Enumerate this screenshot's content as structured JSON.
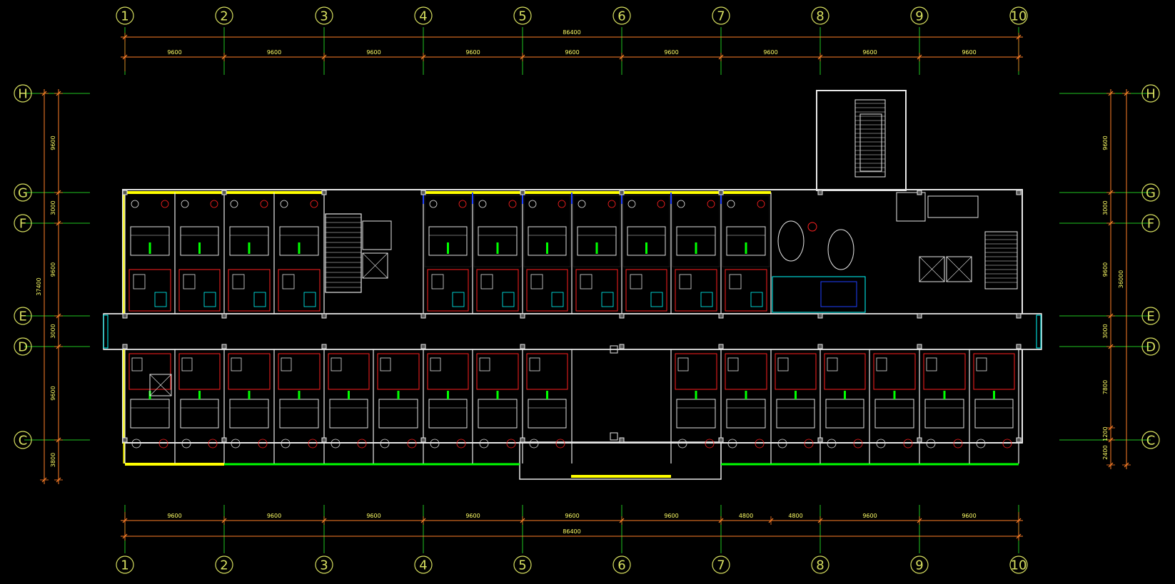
{
  "drawing": {
    "colors": {
      "background": "#000000",
      "grid_axis": "#1fc51f",
      "dimension_line": "#ff7f27",
      "dimension_text": "#ffff66",
      "bubble": "#d8e060",
      "wall": "#e8e8e8",
      "window_yellow": "#ffff00",
      "window_green": "#00ff00",
      "furniture_red": "#ff2020",
      "furniture_cyan": "#00ffff",
      "fixture_blue": "#2040ff",
      "furniture_white": "#e0e0e0"
    },
    "column_axes": [
      "1",
      "2",
      "3",
      "4",
      "5",
      "6",
      "7",
      "8",
      "9",
      "10"
    ],
    "row_axes": [
      "H",
      "G",
      "F",
      "E",
      "D",
      "C"
    ],
    "top_dimensions": {
      "total": "86400",
      "bays": [
        "9600",
        "9600",
        "9600",
        "9600",
        "9600",
        "9600",
        "9600",
        "9600",
        "9600"
      ]
    },
    "bottom_dimensions": {
      "total": "86400",
      "bays": [
        "9600",
        "9600",
        "9600",
        "9600",
        "9600",
        "9600",
        "4800",
        "4800",
        "9600",
        "9600"
      ]
    },
    "left_dimensions": {
      "total": "37400",
      "bays": [
        "9600",
        "3000",
        "9600",
        "3000",
        "9600",
        "3800"
      ]
    },
    "right_dimensions": {
      "total": "36000",
      "bays": [
        "9600",
        "3000",
        "9600",
        "3000",
        "7800",
        "1200",
        "2400"
      ]
    }
  }
}
